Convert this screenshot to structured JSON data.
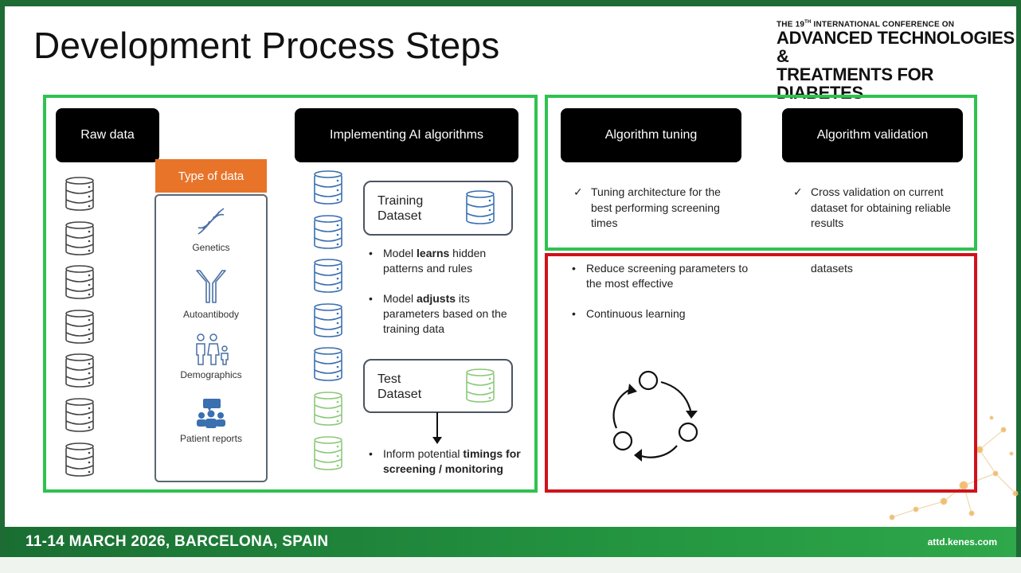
{
  "slide_title": "Development Process Steps",
  "conference": {
    "line1_prefix": "THE 19",
    "line1_sup": "TH",
    "line1_suffix": " INTERNATIONAL CONFERENCE ON",
    "line2": "ADVANCED TECHNOLOGIES &",
    "line3": "TREATMENTS FOR DIABETES"
  },
  "left_panel": {
    "raw_data_label": "Raw data",
    "type_of_data_label": "Type of data",
    "data_types": [
      "Genetics",
      "Autoantibody",
      "Demographics",
      "Patient reports"
    ],
    "implementing_label": "Implementing AI algorithms",
    "training_dataset": {
      "line1": "Training",
      "line2": "Dataset"
    },
    "training_bullets": [
      {
        "pre": "Model ",
        "bold": "learns",
        "post": " hidden patterns and rules"
      },
      {
        "pre": "Model ",
        "bold": "adjusts",
        "post": " its parameters based on the training data"
      }
    ],
    "test_dataset": {
      "line1": "Test",
      "line2": "Dataset"
    },
    "inform_bullet": {
      "pre": "Inform potential ",
      "bold": "timings for screening / monitoring"
    }
  },
  "right_panel": {
    "tuning_label": "Algorithm tuning",
    "validation_label": "Algorithm validation",
    "tuning_check": "Tuning architecture for the best performing screening times",
    "validation_check": "Cross validation on current dataset for obtaining reliable results",
    "validation_partial": "datasets",
    "tuning_bullets": [
      "Reduce screening parameters to the most effective",
      "Continuous learning"
    ]
  },
  "footer": {
    "dates": "11-14 MARCH 2026, BARCELONA, SPAIN",
    "url": "attd.kenes.com"
  },
  "colors": {
    "green_frame": "#2fc24f",
    "red_frame": "#d0121b",
    "orange_label": "#e8742a",
    "footer_green": "#22913f",
    "db_blue": "#3a6fb0",
    "db_green": "#8cc97a"
  }
}
